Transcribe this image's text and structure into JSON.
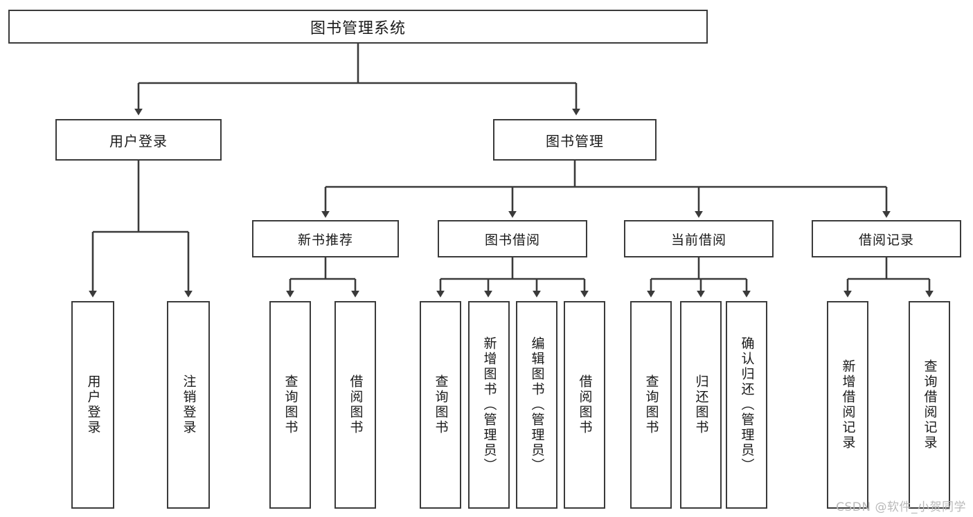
{
  "diagram": {
    "title": "图书管理系统",
    "type": "tree",
    "stroke_color": "#3a3a3a",
    "text_color": "#1a1a1a",
    "background_color": "#ffffff",
    "root": {
      "label": "图书管理系统"
    },
    "level2": [
      {
        "label": "用户登录"
      },
      {
        "label": "图书管理"
      }
    ],
    "level3": [
      {
        "label": "新书推荐"
      },
      {
        "label": "图书借阅"
      },
      {
        "label": "当前借阅"
      },
      {
        "label": "借阅记录"
      }
    ],
    "leaves": [
      {
        "label": "用户登录",
        "parent": "用户登录"
      },
      {
        "label": "注销登录",
        "parent": "用户登录"
      },
      {
        "label": "查询图书",
        "parent": "新书推荐"
      },
      {
        "label": "借阅图书",
        "parent": "新书推荐"
      },
      {
        "label": "查询图书",
        "parent": "图书借阅"
      },
      {
        "label": "新增图书（管理员）",
        "parent": "图书借阅"
      },
      {
        "label": "编辑图书（管理员）",
        "parent": "图书借阅"
      },
      {
        "label": "借阅图书",
        "parent": "图书借阅"
      },
      {
        "label": "查询图书",
        "parent": "当前借阅"
      },
      {
        "label": "归还图书",
        "parent": "当前借阅"
      },
      {
        "label": "确认归还（管理员）",
        "parent": "当前借阅"
      },
      {
        "label": "新增借阅记录",
        "parent": "借阅记录"
      },
      {
        "label": "查询借阅记录",
        "parent": "借阅记录"
      }
    ]
  },
  "watermark": {
    "text": "CSDN @软件_小贺同学"
  }
}
